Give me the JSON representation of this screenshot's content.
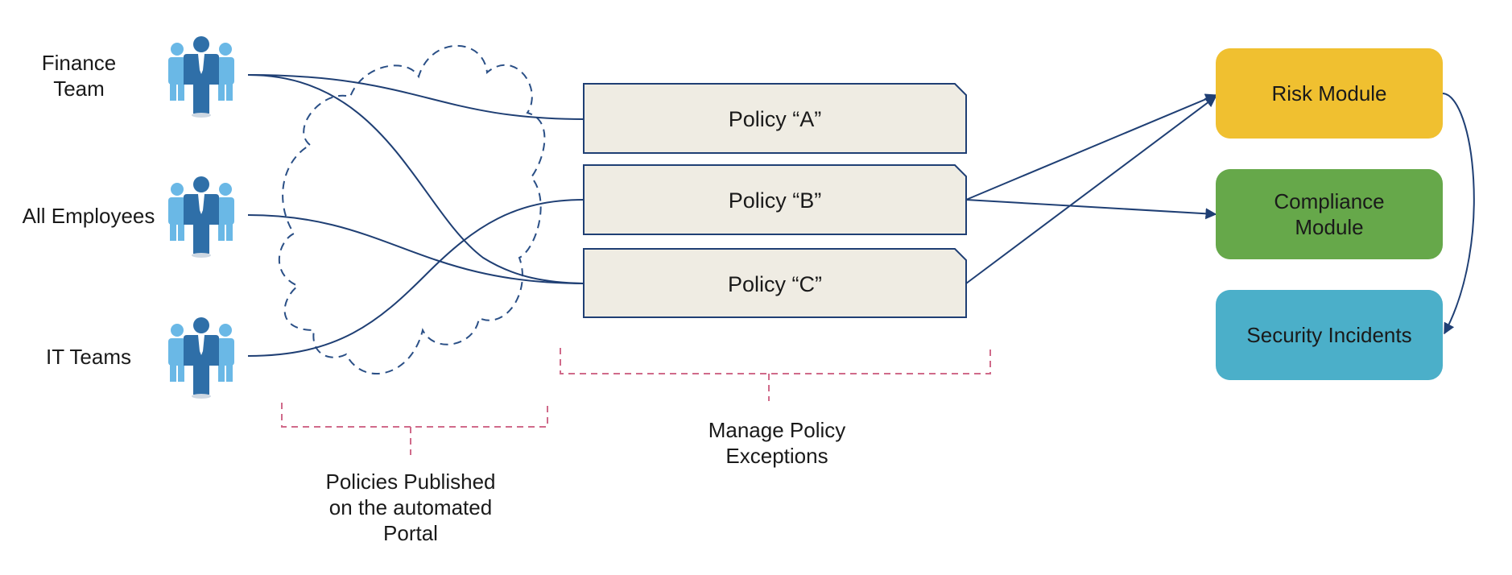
{
  "groups": [
    {
      "label": "Finance\nTeam",
      "icon": "people-group-icon"
    },
    {
      "label": "All Employees",
      "icon": "people-group-icon"
    },
    {
      "label": "IT Teams",
      "icon": "people-group-icon"
    }
  ],
  "policies": [
    {
      "label": "Policy “A”"
    },
    {
      "label": "Policy “B”"
    },
    {
      "label": "Policy “C”"
    }
  ],
  "modules": [
    {
      "label": "Risk Module",
      "color": "#f0c030"
    },
    {
      "label": "Compliance\nModule",
      "color": "#66a84a"
    },
    {
      "label": "Security Incidents",
      "color": "#4bafc9"
    }
  ],
  "annotations": {
    "portal": "Policies Published\non the automated\nPortal",
    "exceptions": "Manage Policy\nExceptions"
  },
  "colors": {
    "line": "#1f3f74",
    "policy_fill": "#efece3",
    "policy_stroke": "#1f3f74",
    "cloud": "#2a4f86",
    "bracket": "#d06a8a",
    "person_dark": "#2f6fa8",
    "person_light": "#6ab8e6"
  }
}
